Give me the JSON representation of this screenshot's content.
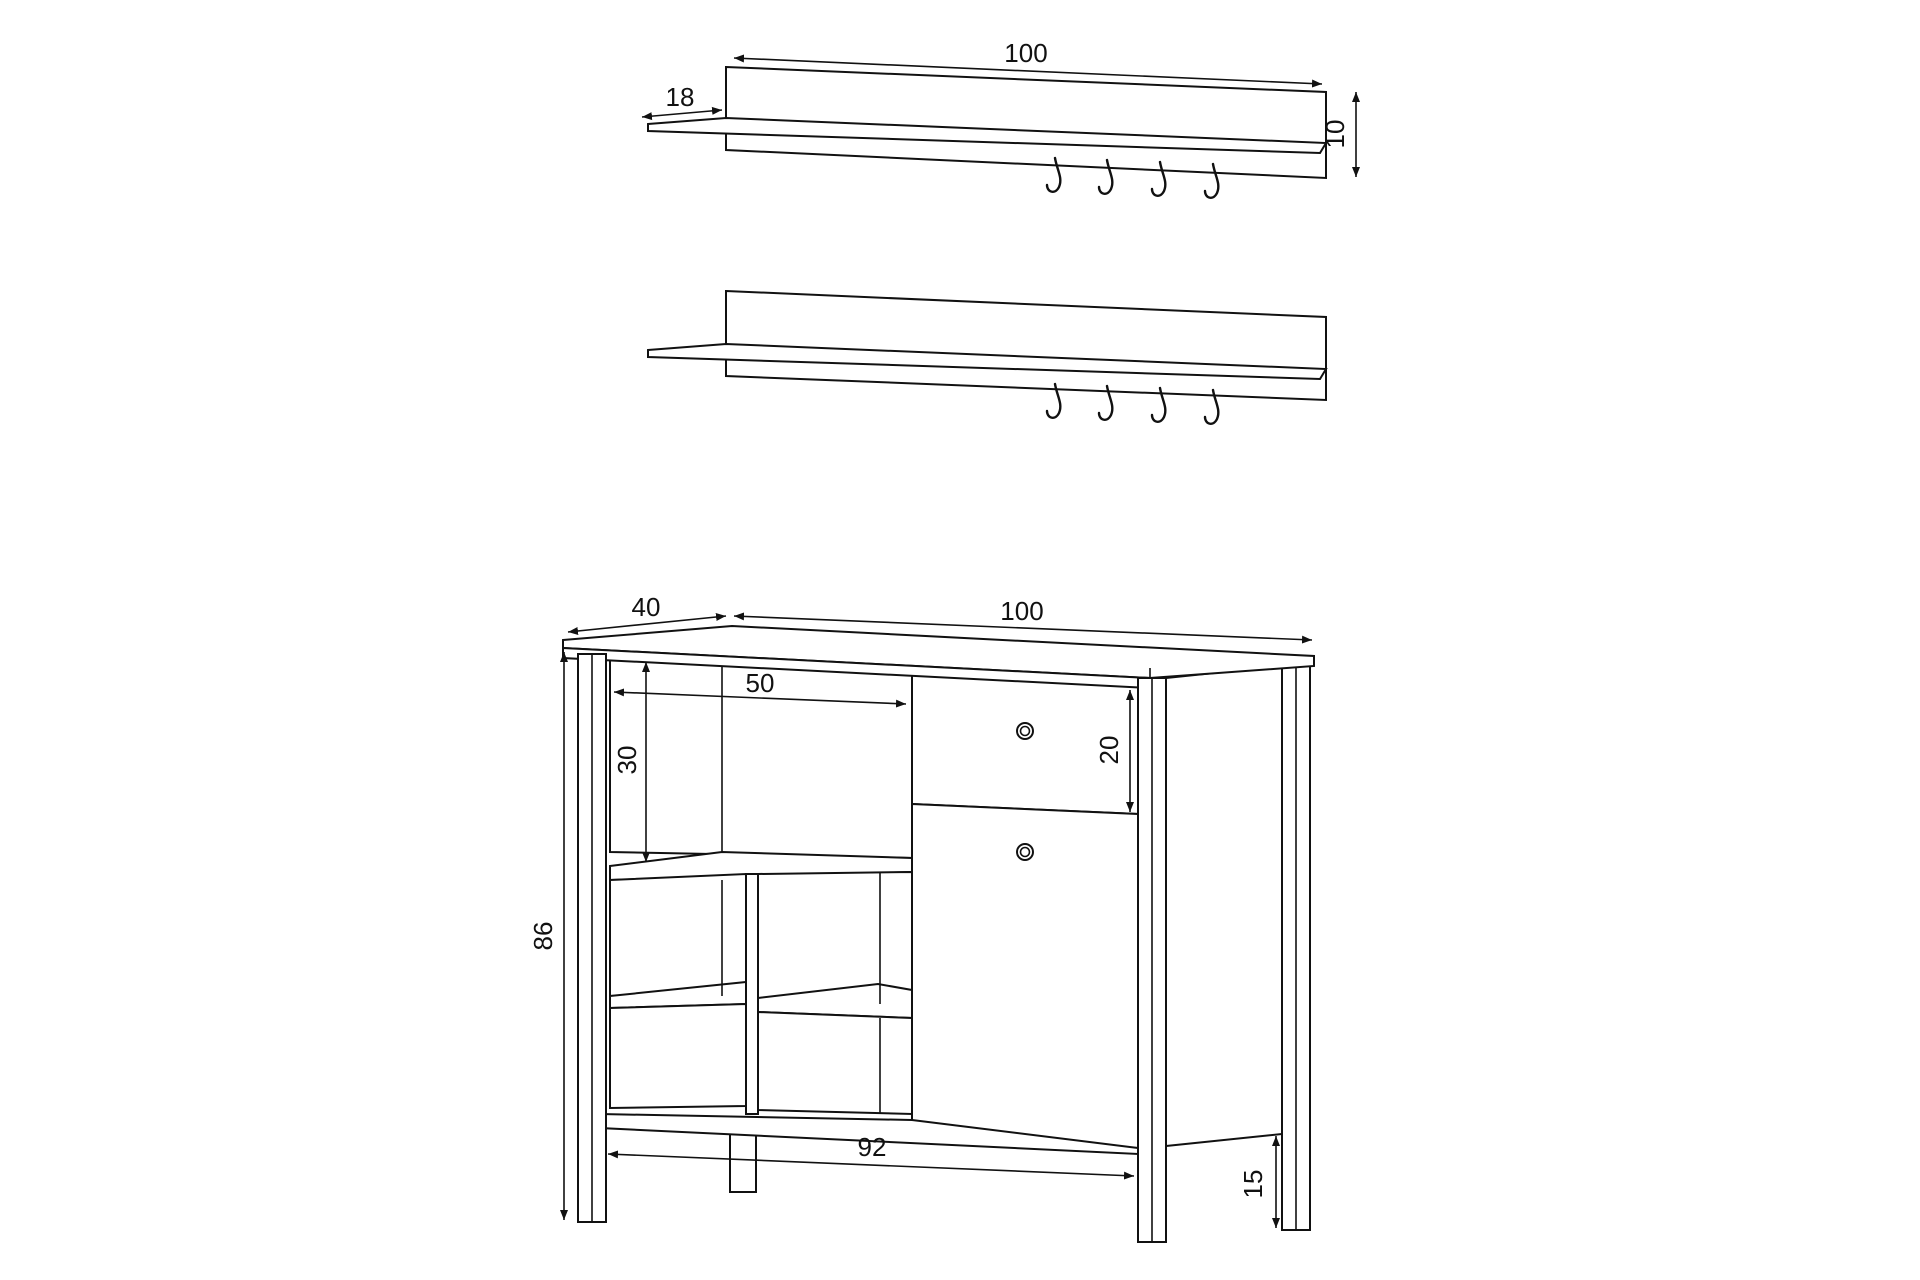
{
  "title": "",
  "colors": {
    "line": "#111111",
    "background": "#ffffff"
  },
  "shelves": [
    {
      "name": "top-shelf",
      "hooks": 4,
      "dimensions": {
        "length": "100",
        "depth": "18",
        "height": "10"
      }
    },
    {
      "name": "bottom-shelf",
      "hooks": 4
    }
  ],
  "cabinet": {
    "dimensions": {
      "depth": "40",
      "width": "100",
      "compartment_width": "50",
      "compartment_height": "30",
      "drawer_height": "20",
      "total_height": "86",
      "inner_width": "92",
      "leg_height": "15"
    },
    "knobs": 2
  }
}
